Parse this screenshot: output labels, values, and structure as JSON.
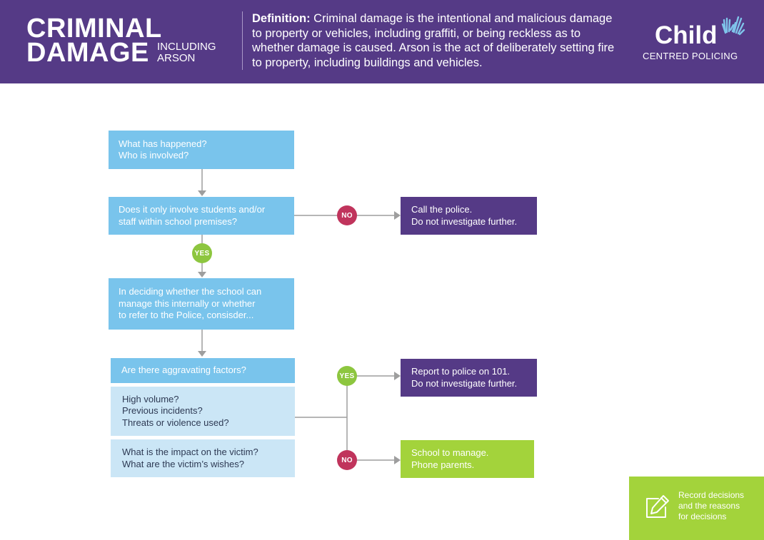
{
  "header": {
    "title_line1": "CRIMINAL",
    "title_line2": "DAMAGE",
    "subtitle_line1": "INCLUDING",
    "subtitle_line2": "ARSON",
    "definition_label": "Definition:",
    "definition_text": " Criminal damage is the intentional and malicious damage to property or vehicles, including graffiti, or being reckless as to whether damage is caused. Arson is the act of deliberately setting fire to property, including buildings and vehicles.",
    "logo_text": "Child",
    "logo_sub": "CENTRED POLICING",
    "logo_icon": "hands-icon"
  },
  "flow": {
    "q1": [
      "What has happened?",
      "Who is involved?"
    ],
    "q2": [
      "Does it only involve students and/or",
      "staff within school premises?"
    ],
    "no_label_1": "NO",
    "out_police": [
      "Call the police.",
      "Do not investigate further."
    ],
    "yes_label_1": "YES",
    "q3": [
      "In deciding whether the school can",
      "manage this internally or whether",
      "to refer to the Police, consisder..."
    ],
    "aggravating_header": "Are there aggravating factors?",
    "factors": [
      "High volume?",
      "Previous incidents?",
      "Threats or violence used?"
    ],
    "victim": [
      "What is the impact on the victim?",
      "What are the victim’s wishes?"
    ],
    "yes_label_2": "YES",
    "out_report": [
      "Report to police on 101.",
      "Do not investigate further."
    ],
    "no_label_2": "NO",
    "out_school": [
      "School to manage.",
      "Phone parents."
    ]
  },
  "record": {
    "lines": [
      "Record decisions",
      "and the reasons",
      "for decisions"
    ],
    "icon": "pencil-square-icon"
  },
  "colors": {
    "purple": "#553a86",
    "blue": "#79c4ec",
    "light_blue": "#cbe6f6",
    "green": "#a3d33b",
    "no_badge": "#c0345c",
    "yes_badge": "#8dc63f",
    "connector": "#9e9e9e"
  }
}
